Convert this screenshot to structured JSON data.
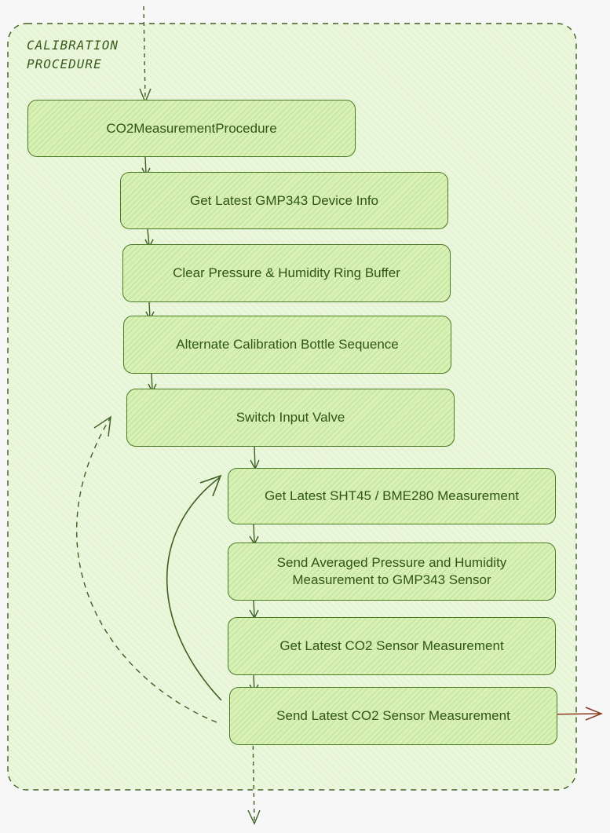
{
  "group": {
    "title_line1": "CALIBRATION",
    "title_line2": "PROCEDURE"
  },
  "nodes": {
    "co2_procedure": "CO2MeasurementProcedure",
    "device_info": "Get Latest GMP343 Device Info",
    "clear_buffer": "Clear Pressure & Humidity Ring Buffer",
    "alternate_bottle": "Alternate Calibration Bottle Sequence",
    "switch_valve": "Switch Input Valve",
    "get_sht_bme": "Get Latest SHT45 / BME280 Measurement",
    "send_avg_line1": "Send Averaged Pressure and Humidity",
    "send_avg_line2": "Measurement to GMP343 Sensor",
    "get_co2": "Get Latest CO2 Sensor Measurement",
    "send_co2": "Send Latest CO2 Sensor Measurement"
  },
  "colors": {
    "stroke": "#4a7a25",
    "fill": "#d9f1b6",
    "group_fill": "#eaf7dc",
    "text": "#2f5614",
    "output_arrow": "#8a3a1e"
  }
}
